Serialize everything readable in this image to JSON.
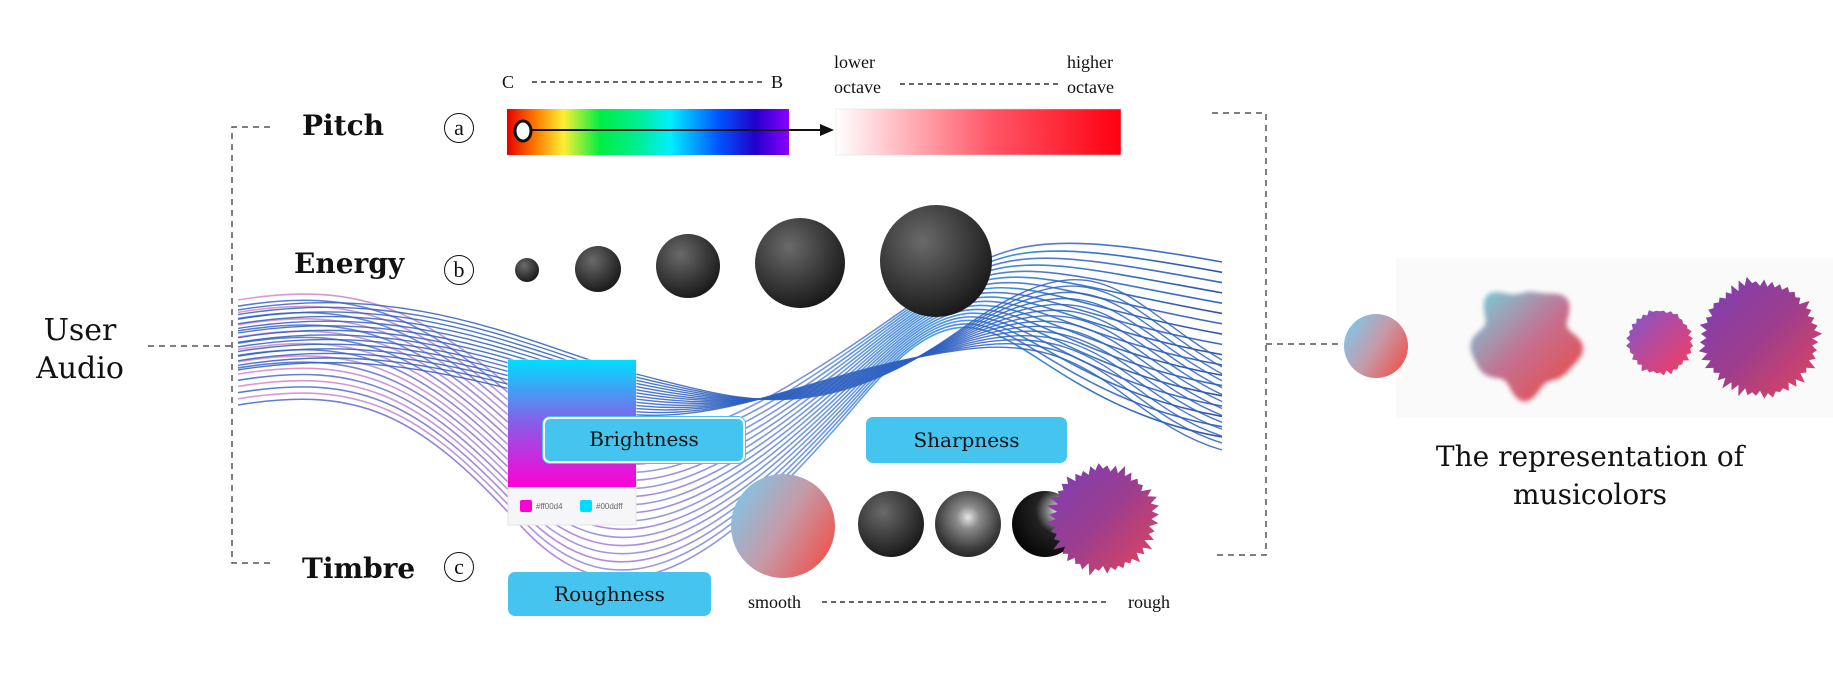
{
  "input_label": "User\nAudio",
  "features": {
    "pitch": {
      "label": "Pitch",
      "marker": "a"
    },
    "energy": {
      "label": "Energy",
      "marker": "b"
    },
    "timbre": {
      "label": "Timbre",
      "marker": "c"
    }
  },
  "pitch_scale": {
    "start": "C",
    "end": "B",
    "octave_low": "lower\noctave",
    "octave_high": "higher\noctave"
  },
  "timbre_attributes": {
    "brightness": "Brightness",
    "sharpness": "Sharpness",
    "roughness": "Roughness"
  },
  "gradient_swatches": [
    {
      "hex": "#ff00d4",
      "label": "#ff00d4"
    },
    {
      "hex": "#00ddff",
      "label": "#00ddff"
    }
  ],
  "roughness_scale": {
    "start": "smooth",
    "end": "rough"
  },
  "energy_sphere_count": 5,
  "output_caption": "The representation of\nmusicolors",
  "colors": {
    "chip": "#44c4ee",
    "dashed": "#555555",
    "pitch_hue_stops": [
      "#e60000",
      "#ff7a00",
      "#ffee33",
      "#00ee44",
      "#00ee88",
      "#00eeff",
      "#0055ff",
      "#2200cc",
      "#8a00ff"
    ],
    "octave_stops": [
      "#ffffff",
      "#ff0010"
    ]
  }
}
